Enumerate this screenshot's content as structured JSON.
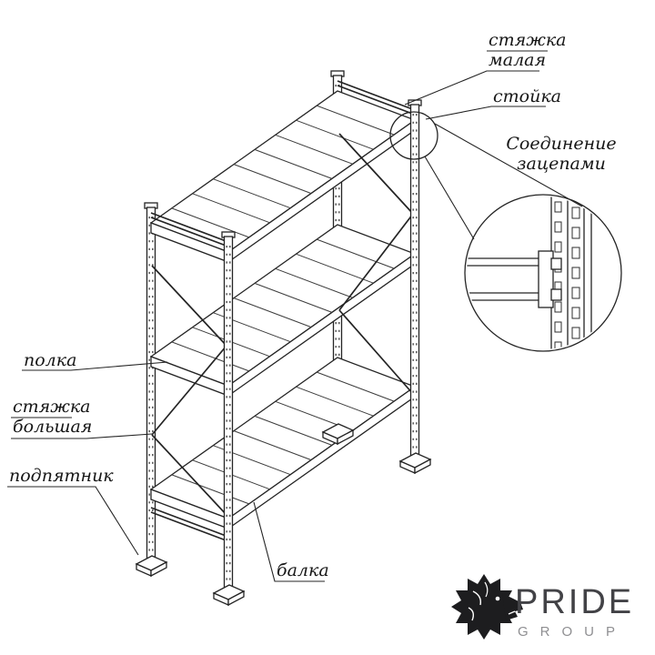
{
  "callouts": {
    "styazhka_malaya_line1": "стяжка",
    "styazhka_malaya_line2": "малая",
    "stoyka": "стойка",
    "detail_title_line1": "Соединение",
    "detail_title_line2": "зацепами",
    "polka": "полка",
    "styazhka_bolshaya_line1": "стяжка",
    "styazhka_bolshaya_line2": "большая",
    "podpyatnik": "подпятник",
    "balka": "балка"
  },
  "logo": {
    "brand": "PRIDE",
    "sub": "GROUP"
  },
  "colors": {
    "line": "#242424",
    "background": "#ffffff",
    "logo_text": "#424246",
    "logo_sub": "#8f8f92",
    "lion": "#1d1d1f"
  }
}
